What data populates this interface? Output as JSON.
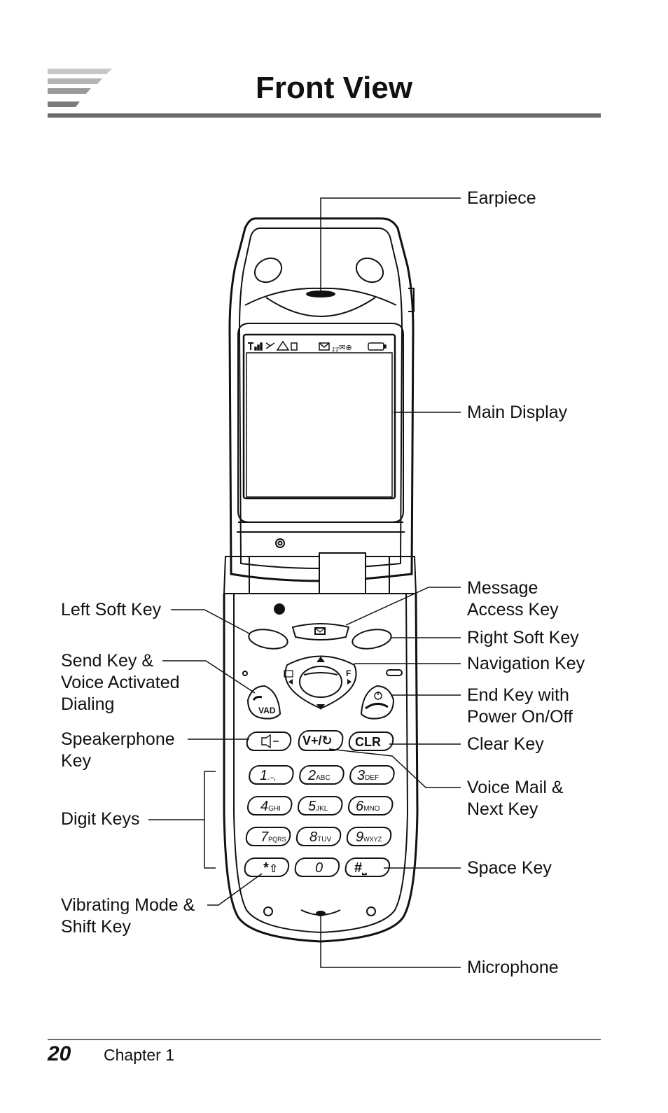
{
  "page": {
    "title": "Front View",
    "page_number": "20",
    "chapter": "Chapter 1"
  },
  "labels": {
    "earpiece": "Earpiece",
    "main_display": "Main Display",
    "message_access_key": [
      "Message",
      "Access Key"
    ],
    "right_soft_key": "Right Soft Key",
    "navigation_key": "Navigation Key",
    "end_key": [
      "End Key with",
      "Power On/Off"
    ],
    "clear_key": "Clear Key",
    "voice_mail_key": [
      "Voice Mail &",
      "Next Key"
    ],
    "space_key": "Space Key",
    "microphone": "Microphone",
    "left_soft_key": "Left Soft Key",
    "send_key": [
      "Send Key &",
      "Voice Activated",
      "Dialing"
    ],
    "speakerphone_key": [
      "Speakerphone",
      "Key"
    ],
    "digit_keys": "Digit Keys",
    "vibrating_key": [
      "Vibrating Mode &",
      "Shift Key"
    ]
  },
  "keys": {
    "send": "VAD",
    "voice_mail": "V+/↻",
    "clear": "CLR",
    "nav_f": "F",
    "digits": [
      {
        "num": "1",
        "letters": ".–,"
      },
      {
        "num": "2",
        "letters": "ABC"
      },
      {
        "num": "3",
        "letters": "DEF"
      },
      {
        "num": "4",
        "letters": "GHI"
      },
      {
        "num": "5",
        "letters": "JKL"
      },
      {
        "num": "6",
        "letters": "MNO"
      },
      {
        "num": "7",
        "letters": "PQRS"
      },
      {
        "num": "8",
        "letters": "TUV"
      },
      {
        "num": "9",
        "letters": "WXYZ"
      },
      {
        "num": "*",
        "letters": "⇧"
      },
      {
        "num": "0",
        "letters": ""
      },
      {
        "num": "#",
        "letters": "⎵"
      }
    ]
  }
}
